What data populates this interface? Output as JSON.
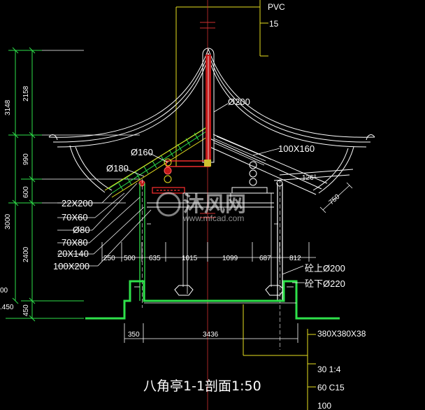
{
  "title": "八角亭1-1剖面1:50",
  "top_annotations": {
    "pvc": "PVC",
    "n15": "15"
  },
  "left_dims": {
    "outer_3148": "3148",
    "outer_3000": "3000",
    "inner_2158": "2158",
    "inner_990": "990",
    "inner_600": "600",
    "inner_2400": "2400",
    "inner_450": "450",
    "edge_00": "00",
    "edge_450": ".450"
  },
  "member_labels": [
    "22X200",
    "70X60",
    "Ø80",
    "70X80",
    "20X140",
    "100X200"
  ],
  "roof_labels": {
    "d200": "Ø200",
    "d160": "Ø160",
    "d180": "Ø180",
    "s100x160": "100X160",
    "angle": "126°",
    "n750": "750"
  },
  "bottom_dims": [
    "250",
    "500",
    "635",
    "1015",
    "1099",
    "687",
    "812"
  ],
  "base_dims": {
    "d350": "350",
    "d3436": "3436"
  },
  "column_labels": {
    "top": "砼上Ø200",
    "bottom": "砼下Ø220"
  },
  "foundation_notes": [
    "380X380X38",
    "30  1:4",
    "60  C15",
    "100"
  ],
  "watermark": {
    "main": "沐风网",
    "sub": "www.mfcad.com"
  }
}
